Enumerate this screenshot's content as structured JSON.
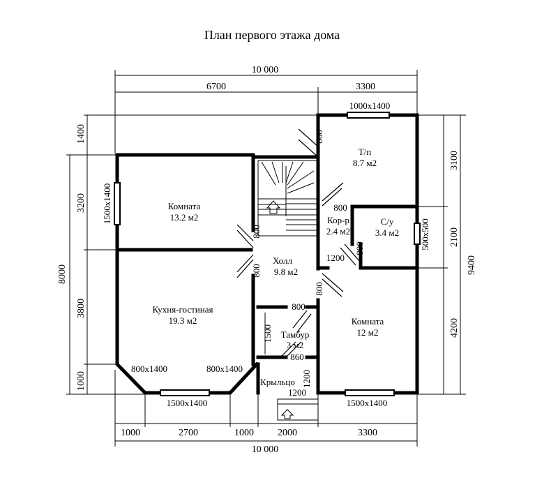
{
  "title": "План первого этажа дома",
  "dimensions": {
    "top_total": "10 000",
    "top_left": "6700",
    "top_right": "3300",
    "bottom_total": "10 000",
    "bottom_1": "1000",
    "bottom_2": "2700",
    "bottom_3": "1000",
    "bottom_4": "2000",
    "bottom_5": "3300",
    "left_total": "8000",
    "left_1": "1400",
    "left_2": "3200",
    "left_3": "3800",
    "left_4": "1000",
    "right_total": "9400",
    "right_1": "3100",
    "right_2": "2100",
    "right_3": "4200"
  },
  "rooms": {
    "room1_name": "Комната",
    "room1_area": "13.2 м2",
    "kitchen_name": "Кухня-гостиная",
    "kitchen_area": "19.3 м2",
    "hall_name": "Холл",
    "hall_area": "9.8 м2",
    "tp_name": "Т/п",
    "tp_area": "8.7 м2",
    "cor_name": "Кор-р",
    "cor_area": "2.4 м2",
    "wc_name": "С/у",
    "wc_area": "3.4 м2",
    "room2_name": "Комната",
    "room2_area": "12 м2",
    "tambur_name": "Тамбур",
    "tambur_area": "3 м2",
    "porch_name": "Крыльцо"
  },
  "labels": {
    "win_tp": "1000х1400",
    "win_left": "1500х1400",
    "win_wc": "500х500",
    "win_k1": "800х1400",
    "win_k2": "800х1400",
    "win_bottom": "1500х1400",
    "win_bottom2": "1500х1400",
    "d860a": "860",
    "d800a": "800",
    "d800b": "800",
    "d800c": "800",
    "d800d": "800",
    "d800e": "800",
    "d800f": "800",
    "d1200a": "1200",
    "d1200b": "1200",
    "d1200c": "1200",
    "d1500": "1500",
    "d860b": "860"
  }
}
